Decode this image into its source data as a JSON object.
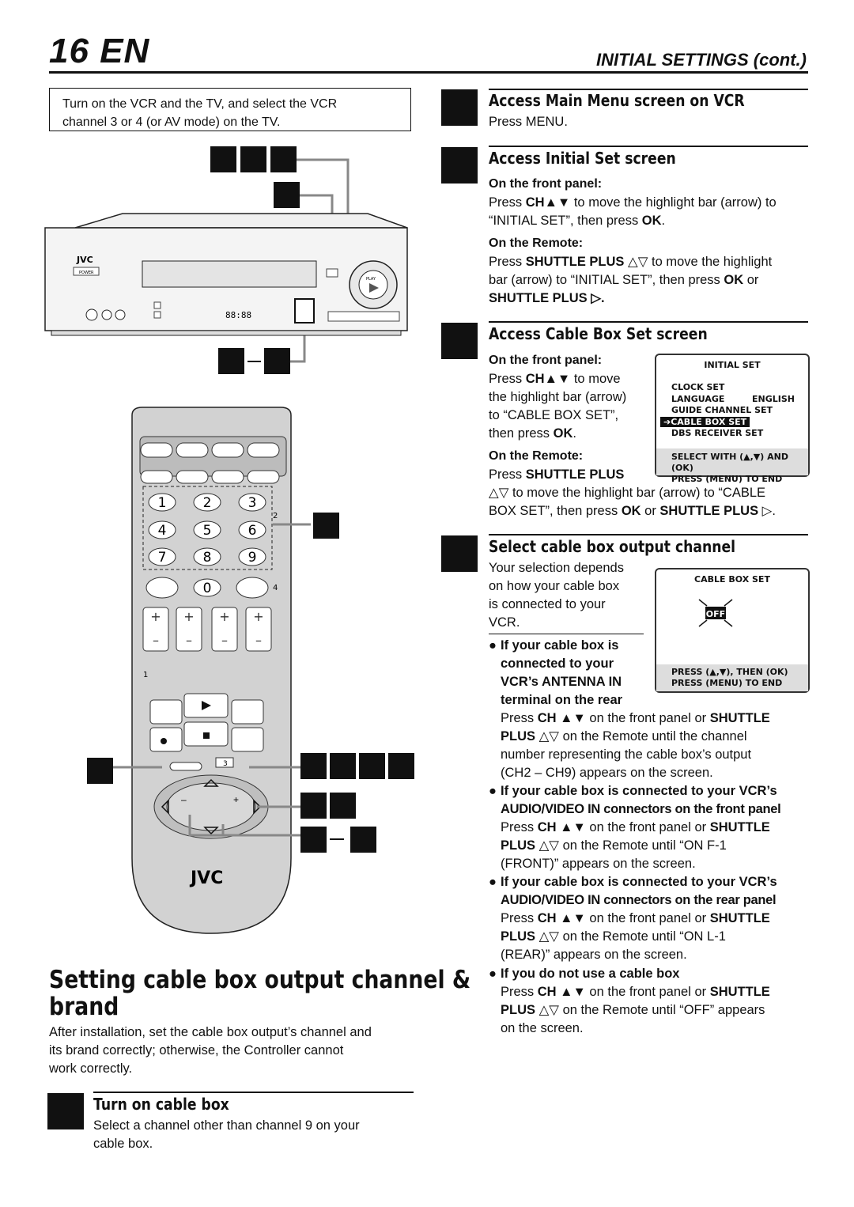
{
  "header": {
    "page_number": "16 EN",
    "section": "INITIAL SETTINGS (cont.)"
  },
  "intro": {
    "line1": "Turn on the VCR and the TV, and select the VCR",
    "line2": "channel 3 or 4 (or AV mode) on the TV."
  },
  "illustration": {
    "vcr_brand": "JVC",
    "vcr_power": "POWER",
    "vcr_play": "PLAY",
    "remote_brand": "JVC",
    "keypad": [
      "1",
      "2",
      "3",
      "4",
      "5",
      "6",
      "7",
      "8",
      "9",
      "0"
    ],
    "remote_marks": [
      "2",
      "4",
      "1",
      "3"
    ]
  },
  "steps": {
    "s1": {
      "title": "Access Main Menu screen on VCR",
      "press": "Press ",
      "menu": "MENU",
      "end": "."
    },
    "s2": {
      "title": "Access Initial Set screen",
      "front_label": "On the front panel:",
      "front_line1_a": "Press ",
      "front_line1_b": "CH▲▼",
      "front_line1_c": " to move the highlight bar (arrow) to",
      "front_line2_a": "“INITIAL SET”, then press ",
      "front_line2_b": "OK",
      "front_line2_c": ".",
      "remote_label": "On the Remote:",
      "remote_line1_a": "Press ",
      "remote_line1_b": "SHUTTLE PLUS",
      "remote_line1_c": " △▽ to move the highlight",
      "remote_line2_a": "bar (arrow) to “INITIAL SET”, then press ",
      "remote_line2_b": "OK",
      "remote_line2_c": " or",
      "remote_line3": "SHUTTLE PLUS ▷."
    },
    "s3": {
      "title": "Access Cable Box Set screen",
      "front_label": "On the front panel:",
      "l1a": "Press ",
      "l1b": "CH▲▼",
      "l1c": " to move",
      "l2": "the highlight bar (arrow)",
      "l3": "to “CABLE BOX SET”,",
      "l4a": "then press ",
      "l4b": "OK",
      "l4c": ".",
      "remote_label": "On the Remote:",
      "l5a": "Press ",
      "l5b": "SHUTTLE PLUS",
      "l6": "△▽ to move the highlight bar (arrow) to “CABLE",
      "l7a": "BOX SET”, then press ",
      "l7b": "OK",
      "l7c": " or ",
      "l7d": "SHUTTLE PLUS",
      "l7e": " ▷.",
      "screen": {
        "title": "INITIAL SET",
        "items": [
          "CLOCK SET",
          "LANGUAGE",
          "GUIDE CHANNEL SET",
          "CABLE BOX SET",
          "DBS RECEIVER SET"
        ],
        "language_value": "ENGLISH",
        "footer1": "SELECT WITH (▲,▼) AND (OK)",
        "footer2": "PRESS (MENU) TO END"
      }
    },
    "s4": {
      "title": "Select cable box output channel",
      "l1": "Your selection depends",
      "l2": "on how your cable box",
      "l3": "is connected to your",
      "l4": "VCR.",
      "screen": {
        "title": "CABLE BOX SET",
        "value": "OFF",
        "footer1": "PRESS (▲,▼), THEN (OK)",
        "footer2": "PRESS (MENU) TO END"
      },
      "b1_head1": "If your cable box is",
      "b1_head2": "connected to your",
      "b1_head3": "VCR’s ANTENNA IN",
      "b1_head4": "terminal on the rear",
      "b1_l1a": "Press ",
      "b1_l1b": "CH ▲▼",
      "b1_l1c": " on the front panel or ",
      "b1_l1d": "SHUTTLE",
      "b1_l2a": "PLUS",
      "b1_l2b": " △▽ on the Remote until the channel",
      "b1_l3": "number representing the cable box’s output",
      "b1_l4": "(CH2 – CH9) appears on the screen.",
      "b2_head1": "If your cable box is connected to your VCR’s",
      "b2_head2": "AUDIO/VIDEO IN connectors on the front panel",
      "b2_l1a": "Press ",
      "b2_l1b": "CH ▲▼",
      "b2_l1c": " on the front panel or ",
      "b2_l1d": "SHUTTLE",
      "b2_l2a": "PLUS",
      "b2_l2b": " △▽ on the Remote until “ON F-1",
      "b2_l3": "(FRONT)” appears on the screen.",
      "b3_head1": "If your cable box is connected to your VCR’s",
      "b3_head2": "AUDIO/VIDEO IN connectors on the rear panel",
      "b3_l1a": "Press ",
      "b3_l1b": "CH ▲▼",
      "b3_l1c": " on the front panel or ",
      "b3_l1d": "SHUTTLE",
      "b3_l2a": "PLUS",
      "b3_l2b": " △▽ on the Remote until “ON L-1",
      "b3_l3": "(REAR)” appears on the screen.",
      "b4_head": "If you do not use a cable box",
      "b4_l1a": "Press ",
      "b4_l1b": "CH ▲▼",
      "b4_l1c": " on the front panel or ",
      "b4_l1d": "SHUTTLE",
      "b4_l2a": "PLUS",
      "b4_l2b": " △▽ on the Remote until “OFF” appears",
      "b4_l3": "on the screen."
    }
  },
  "main": {
    "title_line1": "Setting cable box output channel &",
    "title_line2": "brand",
    "p1": "After installation, set the cable box output’s channel and",
    "p2": "its brand correctly; otherwise, the Controller cannot",
    "p3": "work correctly.",
    "step_title": "Turn on cable box",
    "step_l1": "Select a channel other than channel 9 on your",
    "step_l2": "cable box."
  }
}
